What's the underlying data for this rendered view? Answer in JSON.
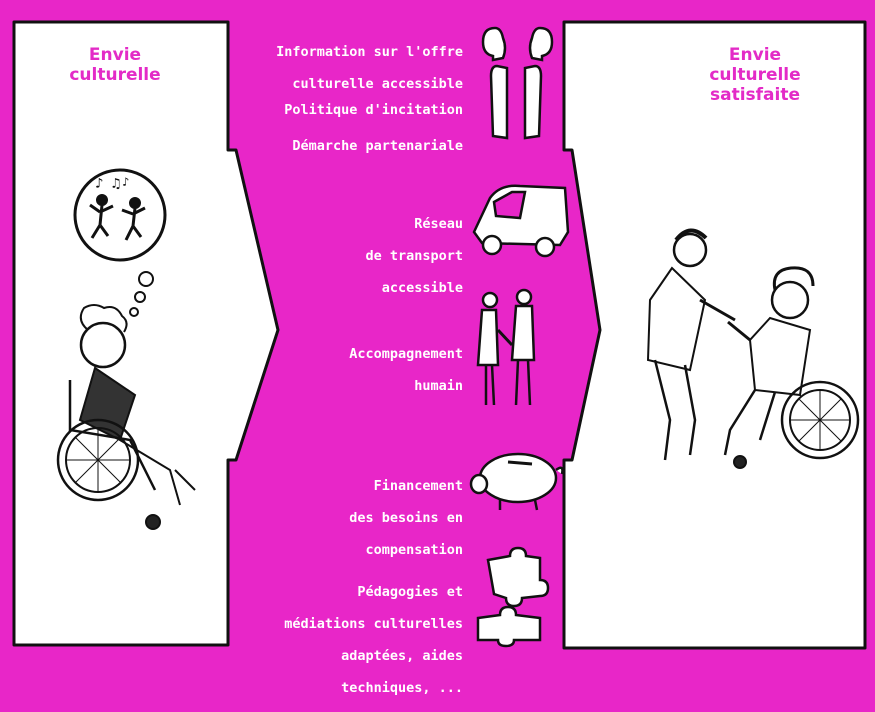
{
  "left_panel": {
    "title_line1": "Envie",
    "title_line2": "culturelle"
  },
  "right_panel": {
    "title_line1": "Envie",
    "title_line2": "culturelle",
    "title_line3": "satisfaite"
  },
  "factors": [
    {
      "line1": "Information sur l'offre",
      "line2": "culturelle accessible",
      "icon": "two-faces-icon"
    },
    {
      "line1": "Politique d'incitation",
      "icon": ""
    },
    {
      "line1": "Démarche partenariale",
      "icon": ""
    },
    {
      "line1": "Réseau",
      "line2": "de transport",
      "line3": "accessible",
      "icon": "van-icon"
    },
    {
      "line1": "Accompagnement",
      "line2": "humain",
      "icon": "two-people-icon"
    },
    {
      "line1": "Financement",
      "line2": "des besoins en",
      "line3": "compensation",
      "icon": "piggy-bank-icon"
    },
    {
      "line1": "Pédagogies et",
      "line2": "médiations culturelles",
      "line3": "adaptées, aides",
      "line4": "techniques, ...",
      "icon": "puzzle-pieces-icon"
    }
  ],
  "colors": {
    "background": "#e826c8",
    "panel": "#ffffff",
    "title_text": "#e32bc7",
    "label_text": "#ffffff"
  }
}
